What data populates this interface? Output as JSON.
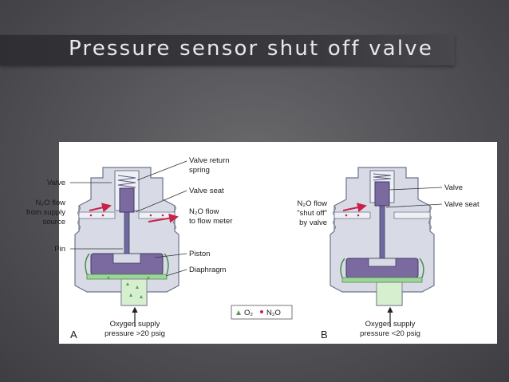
{
  "slide": {
    "title": "Pressure sensor shut off valve"
  },
  "diagram": {
    "left_panel": {
      "letter": "A",
      "labels": {
        "valve": "Valve",
        "n2o_flow_from": [
          "N₂O flow",
          "from supply",
          "source"
        ],
        "pin": "Pin",
        "valve_return_spring": [
          "Valve return",
          "spring"
        ],
        "valve_seat": "Valve seat",
        "n2o_flow_to": [
          "N₂O flow",
          "to flow meter"
        ],
        "piston": "Piston",
        "diaphragm": "Diaphragm",
        "oxygen_supply": [
          "Oxygen supply",
          "pressure >20 psig"
        ]
      }
    },
    "right_panel": {
      "letter": "B",
      "labels": {
        "n2o_shut_off": [
          "N₂O flow",
          "\"shut off\"",
          "by valve"
        ],
        "valve": "Valve",
        "valve_seat": "Valve seat",
        "oxygen_supply": [
          "Oxygen supply",
          "pressure <20 psig"
        ]
      }
    },
    "legend": {
      "o2": "O₂",
      "n2o": "N₂O",
      "o2_color": "#5a9a5a",
      "n2o_color": "#c8224a"
    },
    "colors": {
      "body": "#d8dbe6",
      "body_stroke": "#6e7488",
      "piston": "#7a6aa0",
      "oxygen": "#d6efcf",
      "stem": "#6e6aa0",
      "arrow": "#c8224a"
    }
  }
}
